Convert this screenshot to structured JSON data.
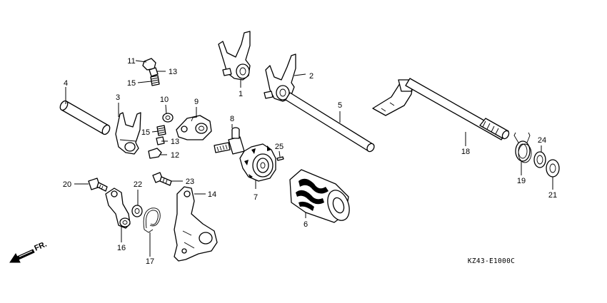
{
  "callouts": [
    {
      "id": "p1",
      "label": "1"
    },
    {
      "id": "p2",
      "label": "2"
    },
    {
      "id": "p3",
      "label": "3"
    },
    {
      "id": "p4",
      "label": "4"
    },
    {
      "id": "p5",
      "label": "5"
    },
    {
      "id": "p6",
      "label": "6"
    },
    {
      "id": "p7",
      "label": "7"
    },
    {
      "id": "p8",
      "label": "8"
    },
    {
      "id": "p9",
      "label": "9"
    },
    {
      "id": "p10",
      "label": "10"
    },
    {
      "id": "p11",
      "label": "11"
    },
    {
      "id": "p12",
      "label": "12"
    },
    {
      "id": "p13a",
      "label": "13"
    },
    {
      "id": "p13b",
      "label": "13"
    },
    {
      "id": "p14",
      "label": "14"
    },
    {
      "id": "p15a",
      "label": "15"
    },
    {
      "id": "p15b",
      "label": "15"
    },
    {
      "id": "p16",
      "label": "16"
    },
    {
      "id": "p17",
      "label": "17"
    },
    {
      "id": "p18",
      "label": "18"
    },
    {
      "id": "p19",
      "label": "19"
    },
    {
      "id": "p20",
      "label": "20"
    },
    {
      "id": "p21",
      "label": "21"
    },
    {
      "id": "p22",
      "label": "22"
    },
    {
      "id": "p23",
      "label": "23"
    },
    {
      "id": "p24",
      "label": "24"
    },
    {
      "id": "p25",
      "label": "25"
    }
  ],
  "direction_label": "FR.",
  "diagram_code": "KZ43-E1000C"
}
